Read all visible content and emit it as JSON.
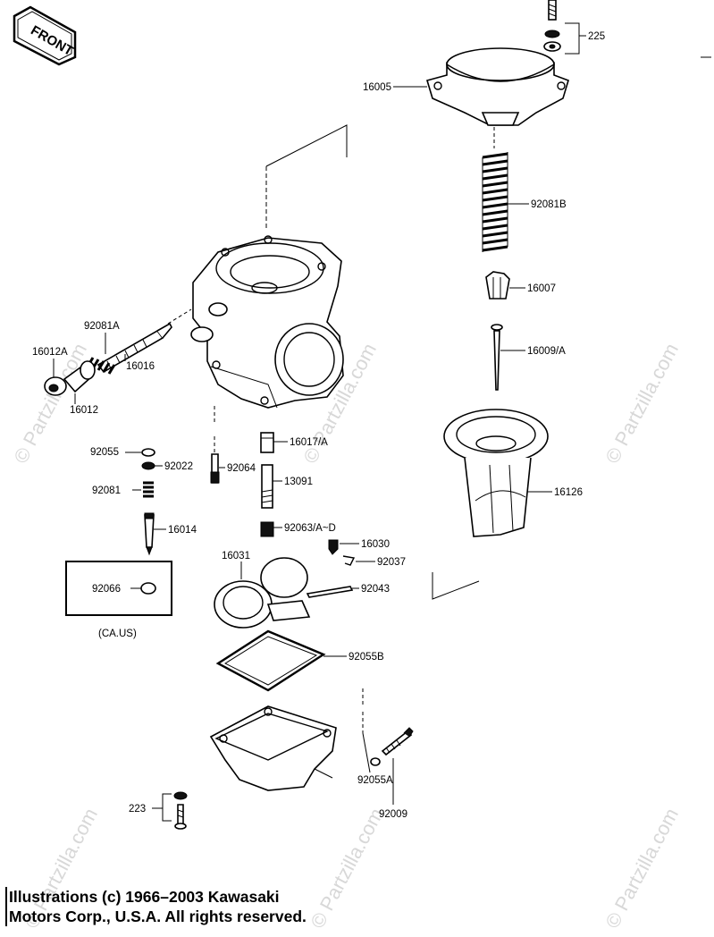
{
  "front_badge": "FRONT",
  "parts": {
    "p225": "225",
    "p16005": "16005",
    "p92081b": "92081B",
    "p16007": "16007",
    "p16009a": "16009/A",
    "p16126": "16126",
    "p92081a": "92081A",
    "p16012a": "16012A",
    "p16016": "16016",
    "p16012": "16012",
    "p92055": "92055",
    "p92022": "92022",
    "p92064": "92064",
    "p16017a": "16017/A",
    "p92081": "92081",
    "p13091": "13091",
    "p16014": "16014",
    "p92063": "92063/A~D",
    "p16030": "16030",
    "p92037": "92037",
    "p92066": "92066",
    "p16031": "16031",
    "p92043": "92043",
    "ca_us": "(CA.US)",
    "p92055b": "92055B",
    "p92055a": "92055A",
    "p92009": "92009",
    "p223": "223"
  },
  "watermark": "© Partzilla.com",
  "copyright": {
    "line1": "Illustrations (c) 1966–2003 Kawasaki",
    "line2": "Motors Corp., U.S.A.  All rights reserved."
  }
}
